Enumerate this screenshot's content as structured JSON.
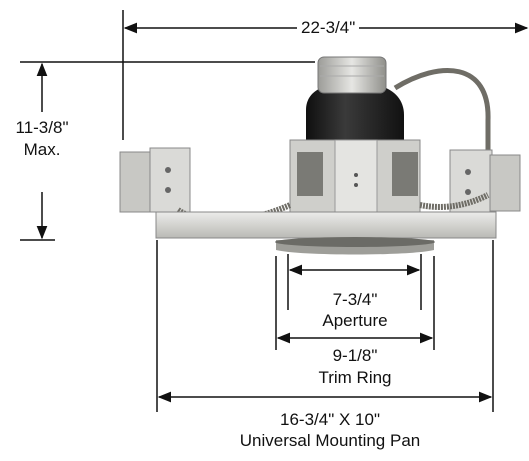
{
  "diagram": {
    "overall_width": "22-3/4\"",
    "max_height": "11-3/8\"",
    "max_height_note": "Max.",
    "aperture_size": "7-3/4\"",
    "aperture_label": "Aperture",
    "trim_ring_size": "9-1/8\"",
    "trim_ring_label": "Trim Ring",
    "mounting_pan_size": "16-3/4\" X 10\"",
    "mounting_pan_label": "Universal Mounting Pan"
  },
  "colors": {
    "dimension_line": "#111111",
    "metal_light": "#d9d9d6",
    "metal_dark": "#8d8d88",
    "reflector": "#1e1e1e",
    "cable": "#6f6d66"
  }
}
